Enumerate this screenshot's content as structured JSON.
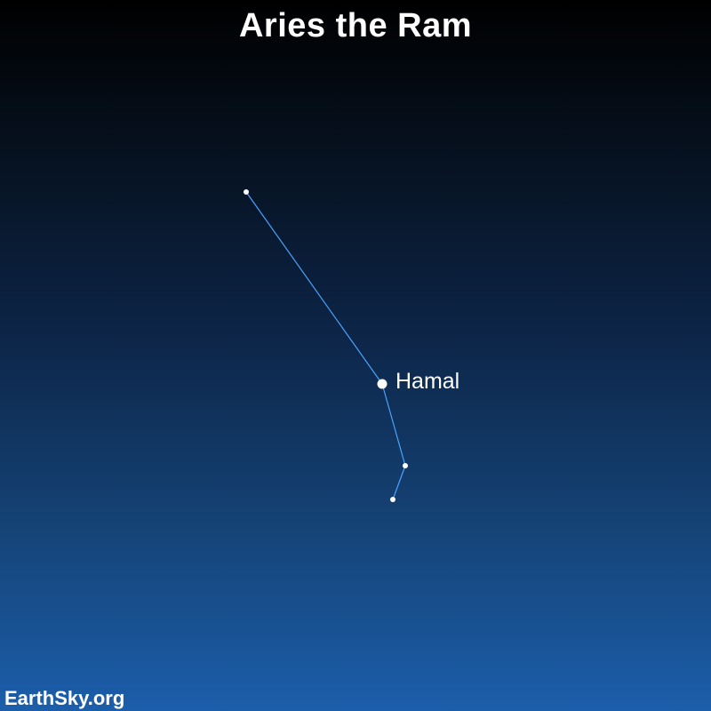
{
  "title": "Aries the Ram",
  "credit": "EarthSky.org",
  "colors": {
    "line": "#4aa3ff",
    "star": "#ffffff",
    "label": "#ffffff"
  },
  "stars": [
    {
      "id": "upper-star",
      "label": ""
    },
    {
      "id": "hamal",
      "label": "Hamal"
    },
    {
      "id": "lower-star-1",
      "label": ""
    },
    {
      "id": "lower-star-2",
      "label": ""
    }
  ]
}
